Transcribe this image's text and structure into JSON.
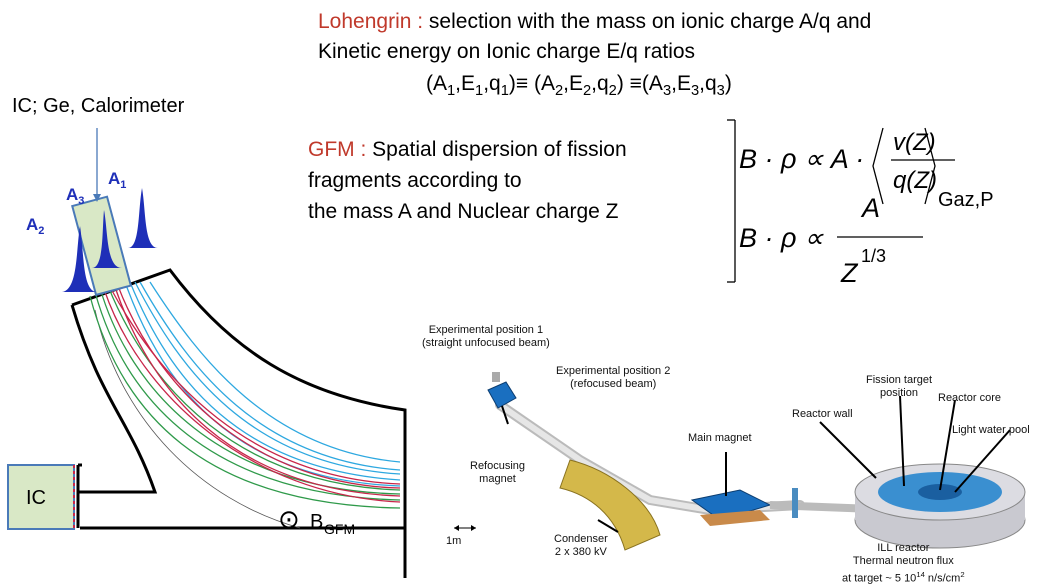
{
  "lohengrin": {
    "title": "Lohengrin :",
    "text1": " selection with the mass on ionic charge A/q and",
    "text2": "Kinetic energy on Ionic charge E/q ratios",
    "equation": "(A1,E1,q1)≡ (A2,E2,q2) ≡(A3,E3,q3)"
  },
  "gfm": {
    "title": "GFM :",
    "text1": " Spatial dispersion of fission",
    "text2": "fragments according to",
    "text3": "the mass A and Nuclear charge Z"
  },
  "formula": {
    "lhs": "B · ρ ∝ A ·",
    "num1": "v(Z)",
    "den1": "q(Z)",
    "subscript": "Gaz,P",
    "lhs2": "B · ρ ∝",
    "num2": "A",
    "den2": "Z",
    "den2_exp": "1/3"
  },
  "detector": {
    "label": "IC; Ge, Calorimeter",
    "a1": "A",
    "a1_sub": "1",
    "a2": "A",
    "a2_sub": "2",
    "a3": "A",
    "a3_sub": "3",
    "ic_box": "IC",
    "field_symbol": "⊙",
    "field_label": "B",
    "field_sub": "GFM"
  },
  "lohengrin_diagram": {
    "exp_pos1": "Experimental position 1",
    "exp_pos1_sub": "(straight unfocused beam)",
    "exp_pos2": "Experimental position 2",
    "exp_pos2_sub": "(refocused beam)",
    "refocusing_magnet": "Refocusing",
    "refocusing_magnet2": "magnet",
    "condenser": "Condenser",
    "condenser_sub": "2 x 380 kV",
    "scale": "1m",
    "main_magnet": "Main magnet",
    "reactor_wall": "Reactor wall",
    "fission_target": "Fission target",
    "fission_target2": "position",
    "reactor_core": "Reactor core",
    "light_water_pool": "Light water pool",
    "ill_reactor": "ILL reactor",
    "flux": "Thermal neutron flux",
    "flux2": "at target ~ 5 10",
    "flux_exp": "14",
    "flux_unit": " n/s/cm",
    "flux_unit_exp": "2"
  },
  "colors": {
    "red_title": "#c0392b",
    "blue_label": "#1e2fb8",
    "trajectory_blue": "#2ea8e0",
    "trajectory_green": "#2f9a4a",
    "trajectory_red": "#c8264a",
    "detector_fill": "#d9e8c6",
    "detector_stroke": "#4a7ab8"
  }
}
